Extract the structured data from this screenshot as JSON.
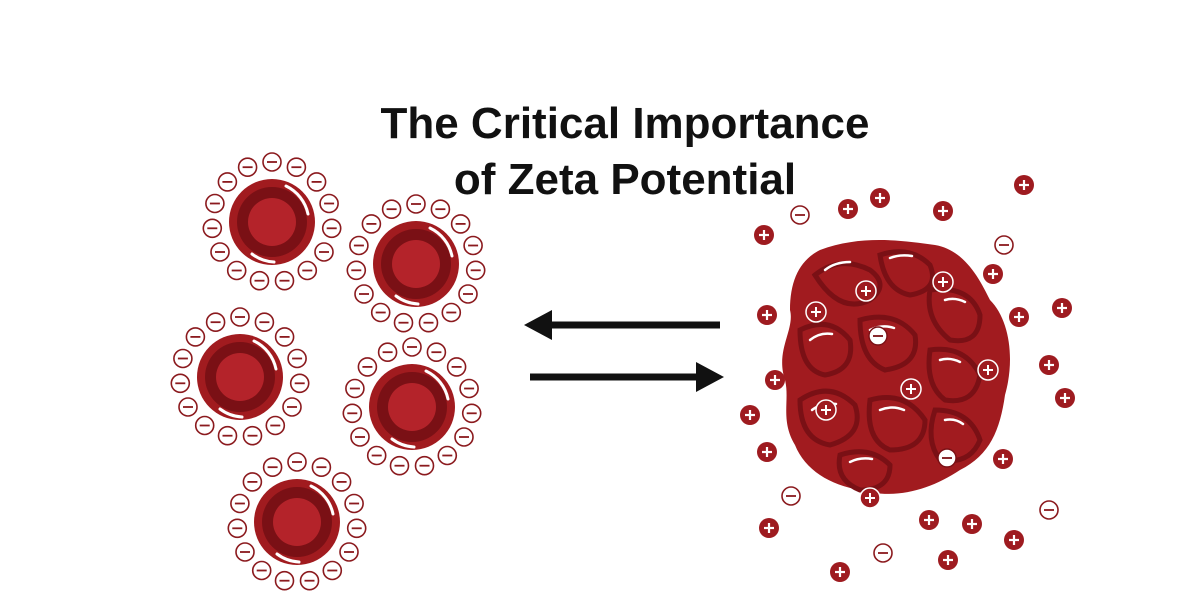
{
  "title": {
    "line1": "The Critical Importance",
    "line2": "of Zeta Potential"
  },
  "colors": {
    "cell_outer": "#a11b1f",
    "cell_mid": "#7a1015",
    "cell_inner": "#b4232a",
    "charge_stroke": "#8b1a1e",
    "positive_fill": "#9e1b20",
    "arrow": "#111111",
    "title": "#111111"
  },
  "dispersed_state": {
    "description_icon": "red-blood-cell-icon",
    "cell_count": 5,
    "surface_charge": "negative"
  },
  "aggregated_state": {
    "description_icon": "aggregated-cell-cluster-icon",
    "surface_charge": "neutralized"
  },
  "arrows": {
    "top": "left",
    "bottom": "right"
  }
}
